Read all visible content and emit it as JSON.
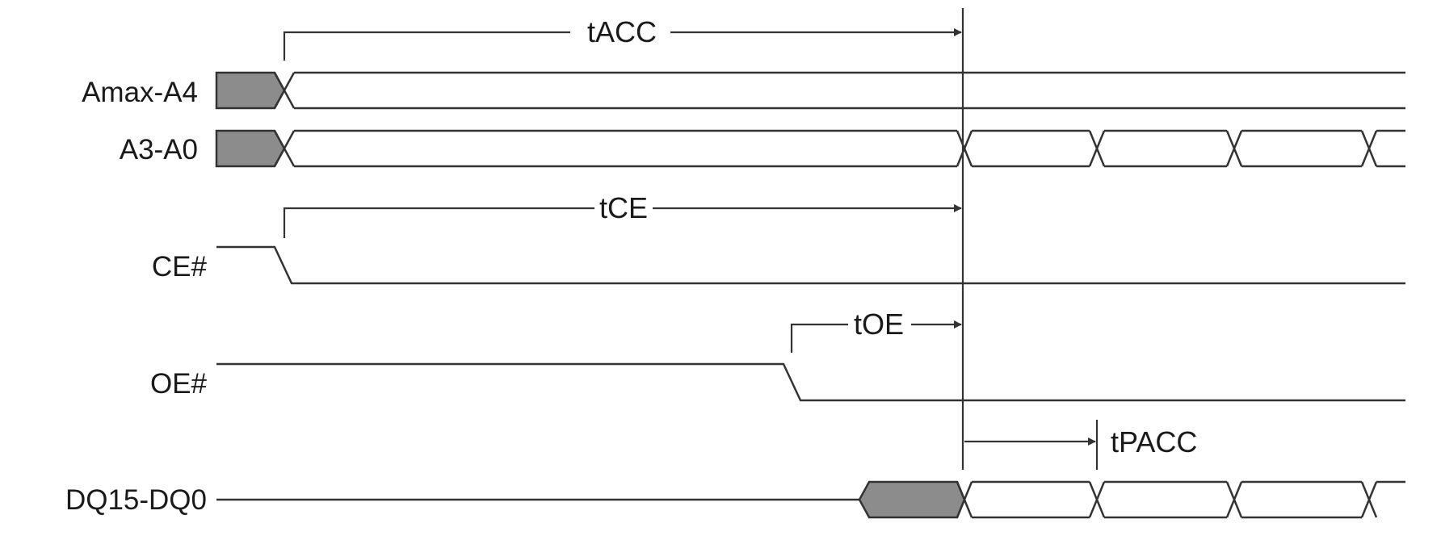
{
  "signals": {
    "amax": "Amax-A4",
    "a3": "A3-A0",
    "ce": "CE#",
    "oe": "OE#",
    "dq": "DQ15-DQ0"
  },
  "timings": {
    "tacc": "tACC",
    "tce": "tCE",
    "toe": "tOE",
    "tpacc": "tPACC"
  },
  "colors": {
    "line": "#333333",
    "invalid_fill": "#8c8c8c",
    "background": "#ffffff"
  }
}
